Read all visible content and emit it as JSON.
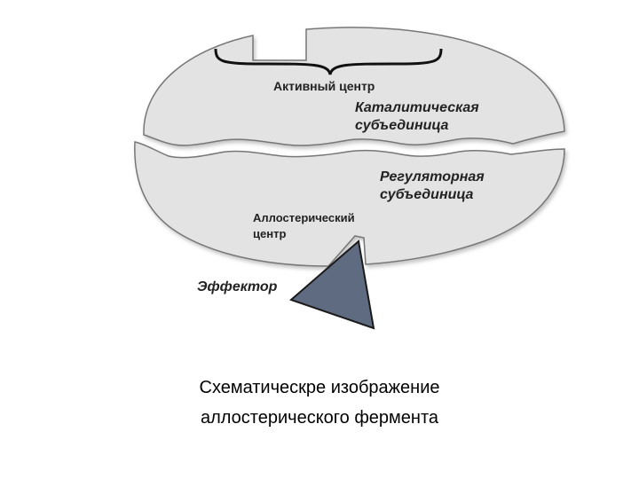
{
  "labels": {
    "active_center": "Активный центр",
    "catalytic_line1": "Каталитическая",
    "catalytic_line2": "субъединица",
    "regulatory_line1": "Регуляторная",
    "regulatory_line2": "субъединица",
    "allosteric_line1": "Аллостерический",
    "allosteric_line2": "центр",
    "effector": "Эффектор"
  },
  "caption": {
    "line1": "Схематическре изображение",
    "line2": "аллостерического фермента"
  },
  "colors": {
    "subunit_fill": "#e3e3e3",
    "subunit_stroke": "#777777",
    "effector_fill": "#5f6b80",
    "effector_stroke": "#1a1a1a"
  }
}
